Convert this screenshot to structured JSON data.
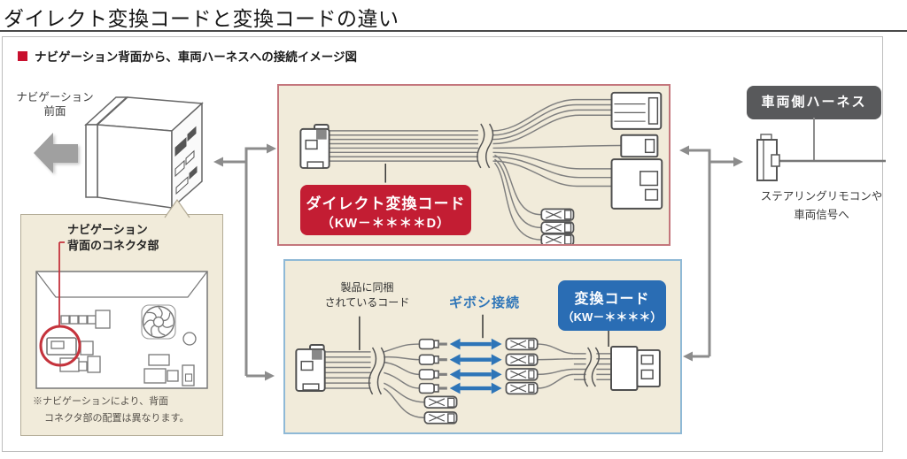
{
  "title": "ダイレクト変換コードと変換コードの違い",
  "subtitle": "ナビゲーション背面から、車両ハーネスへの接続イメージ図",
  "colors": {
    "accent_red": "#c31d33",
    "panel_red_border": "#c4767c",
    "accent_blue": "#2e75b8",
    "label_blue": "#2a6db4",
    "panel_blue_border": "#8fb9d6",
    "panel_background": "#f1ebda",
    "dark_label_gray": "#58595b",
    "arrow_gray": "#8c8c8c",
    "highlight_circle_red": "#c5333c"
  },
  "left": {
    "nav_front_line1": "ナビゲーション",
    "nav_front_line2": "前面",
    "rear_box": {
      "label_line1": "ナビゲーション",
      "label_line2": "背面のコネクタ部",
      "note_line1": "※ナビゲーションにより、背面",
      "note_line2": "コネクタ部の配置は異なります。"
    }
  },
  "direct_panel": {
    "label_line1": "ダイレクト変換コード",
    "label_line2": "（KW－＊＊＊＊D）"
  },
  "conversion_panel": {
    "included_line1": "製品に同梱",
    "included_line2": "されているコード",
    "giboshi_label": "ギボシ接続",
    "label_line1": "変換コード",
    "label_line2": "（KW－＊＊＊＊）"
  },
  "right": {
    "vehicle_harness_label": "車両側ハーネス",
    "dest_line1": "ステアリングリモコンや",
    "dest_line2": "車両信号へ"
  }
}
